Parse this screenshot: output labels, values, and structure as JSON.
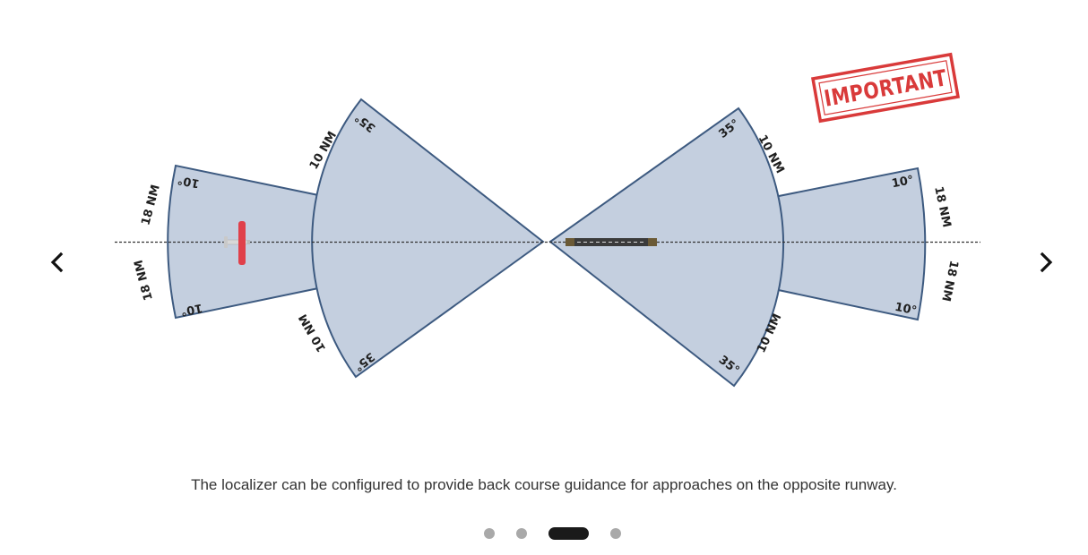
{
  "navigation": {
    "prev_icon": "chevron-left-icon",
    "next_icon": "chevron-right-icon"
  },
  "diagram": {
    "stamp_text": "IMPORTANT",
    "labels": {
      "front_inner_range": "10 NM",
      "front_outer_range": "18 NM",
      "back_inner_range": "10 NM",
      "back_outer_range": "18 NM",
      "wide_angle": "35°",
      "narrow_angle": "10°"
    },
    "icons": {
      "aircraft": "aircraft-icon",
      "runway": "runway-icon"
    },
    "colors": {
      "sector_fill": "#c4cfdf",
      "sector_stroke": "#3d5a80",
      "stamp": "#d93a3a",
      "aircraft": "#e0404a"
    }
  },
  "caption": "The localizer can be configured to provide back course guidance for approaches on the opposite runway.",
  "pagination": {
    "total": 4,
    "active_index": 2
  }
}
